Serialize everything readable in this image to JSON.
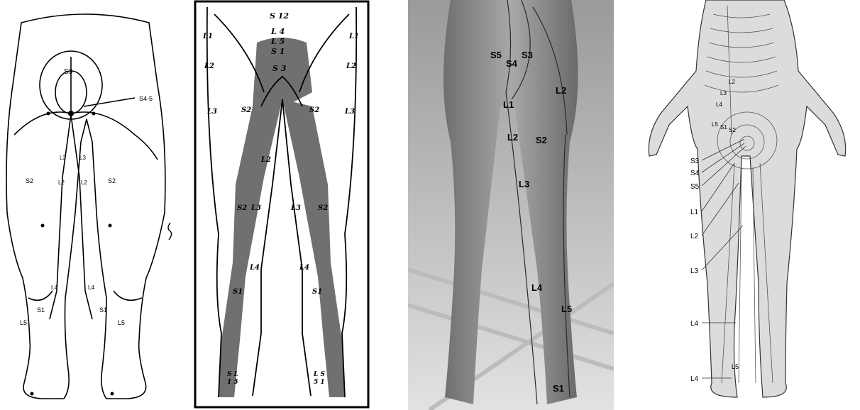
{
  "panel1": {
    "labels": {
      "s3": "S3",
      "s45": "S4-5",
      "s2_left": "S2",
      "s2_right": "S2",
      "s1_left": "S1",
      "s1_right": "S1",
      "l5_left": "L5",
      "l5_right": "L5",
      "l3_left": "L3",
      "l3_right": "L3",
      "l2_left": "L2",
      "l2_right": "L2",
      "l4_left": "L4",
      "l4_right": "L4"
    }
  },
  "panel2": {
    "labels": {
      "s12": "S 12",
      "l4": "L 4",
      "l5": "L 5",
      "s1": "S 1",
      "l1_left": "L1",
      "l1_right": "L1",
      "l2_left": "L2",
      "l2_right": "L2",
      "s3": "S 3",
      "l3_left": "L3",
      "l3_right": "L3",
      "s2_left": "S2",
      "s2_right": "S2",
      "l2_center": "L2",
      "s2_leg_left": "S2",
      "s2_leg_right": "S2",
      "l3_leg_left": "L3",
      "l3_leg_right": "L3",
      "l4_left": "L4",
      "l4_right": "L4",
      "s1_left": "S1",
      "s1_right": "S1",
      "foot_left": "S L\n1 5",
      "foot_right": "L S\n5 1"
    }
  },
  "panel3": {
    "labels": {
      "s5": "S5",
      "s4": "S4",
      "s3": "S3",
      "l2_top": "L2",
      "l1": "L1",
      "l2_mid": "L2",
      "s2": "S2",
      "l3": "L3",
      "l4": "L4",
      "l5": "L5",
      "s1": "S1"
    }
  },
  "panel4": {
    "labels": {
      "s3": "S3",
      "s4": "S4",
      "s5": "S5",
      "l1": "L1",
      "l2": "L2",
      "l3": "L3",
      "l4": "L4",
      "l4b": "L4",
      "l5": "L5",
      "spine_l2": "L2",
      "spine_l3": "L3",
      "spine_l4": "L4",
      "spine_l5": "L5",
      "spine_s1": "S1",
      "spine_s2": "S2"
    }
  }
}
